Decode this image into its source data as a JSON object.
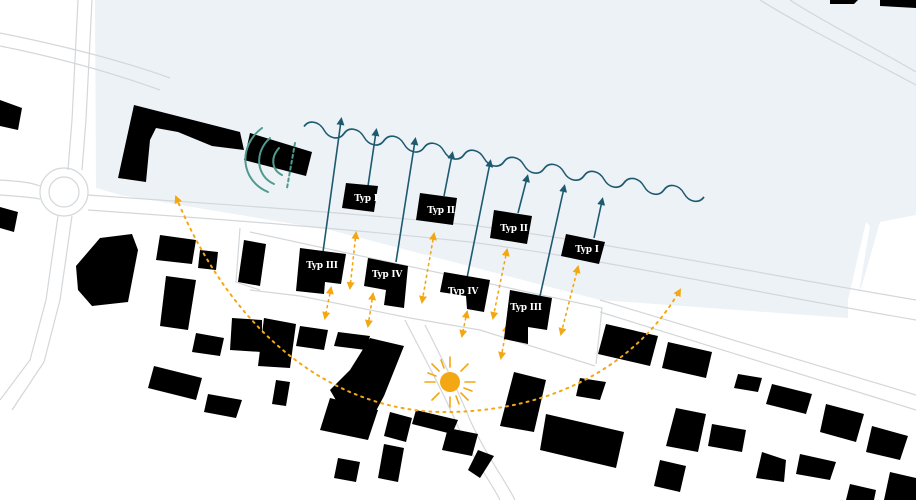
{
  "colors": {
    "background": "#ffffff",
    "water": "#edf2f7",
    "road": "#d3d7da",
    "building": "#000000",
    "view_arrow": "#1d5a70",
    "wave": "#1d5a70",
    "noise_icon": "#4f9a8f",
    "sun": "#f3a712",
    "sun_path": "#f3a712",
    "label_text": "#ffffff"
  },
  "icons": {
    "noise": "noise-waves-icon",
    "sun": "sun-icon",
    "water": "wave-line-icon"
  },
  "building_types": [
    {
      "id": "b1",
      "label": "Typ I"
    },
    {
      "id": "b2",
      "label": "Typ II"
    },
    {
      "id": "b3",
      "label": "Typ II"
    },
    {
      "id": "b4",
      "label": "Typ I"
    },
    {
      "id": "b5",
      "label": "Typ III"
    },
    {
      "id": "b6",
      "label": "Typ IV"
    },
    {
      "id": "b7",
      "label": "Typ IV"
    },
    {
      "id": "b8",
      "label": "Typ III"
    }
  ]
}
